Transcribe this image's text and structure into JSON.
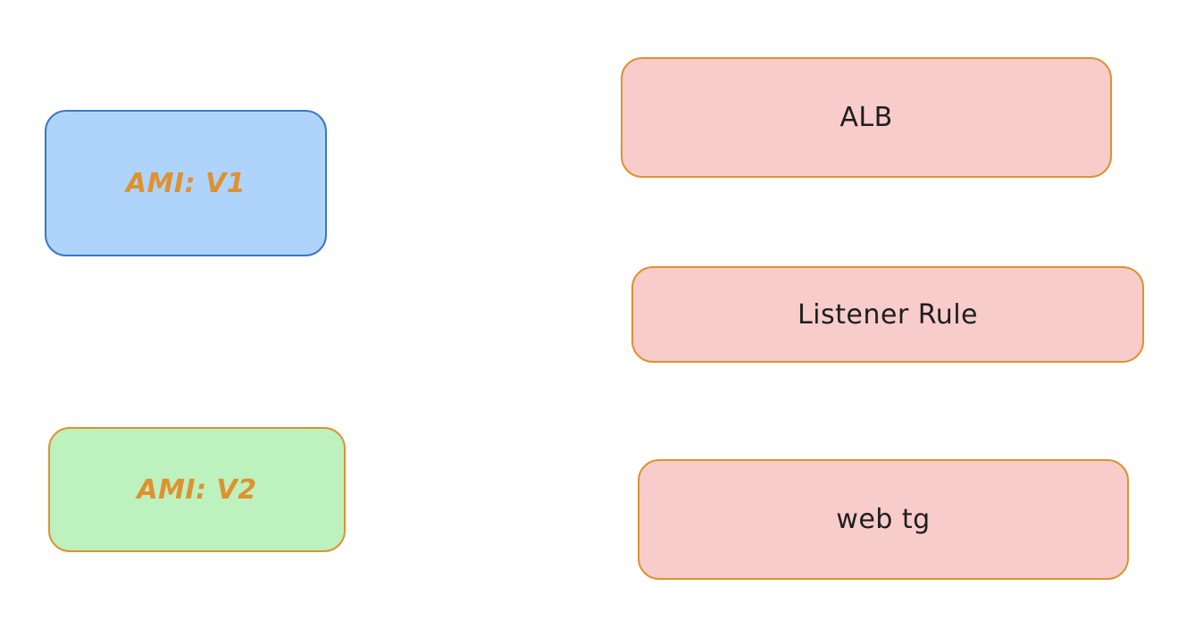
{
  "colors": {
    "orange_stroke": "#e0912f",
    "blue_stroke": "#3f75c4",
    "blue_fill": "#aed4fb",
    "green_fill": "#bdf1be",
    "pink_fill": "#f8cccb",
    "dark_text": "#1e1e1e",
    "orange_text": "#e0912f"
  },
  "nodes": {
    "ami_v1": {
      "label": "AMI: V1"
    },
    "ami_v2": {
      "label": "AMI: V2"
    },
    "alb": {
      "label": "ALB"
    },
    "listener_rule": {
      "label": "Listener Rule"
    },
    "web_tg": {
      "label": "web tg"
    }
  }
}
